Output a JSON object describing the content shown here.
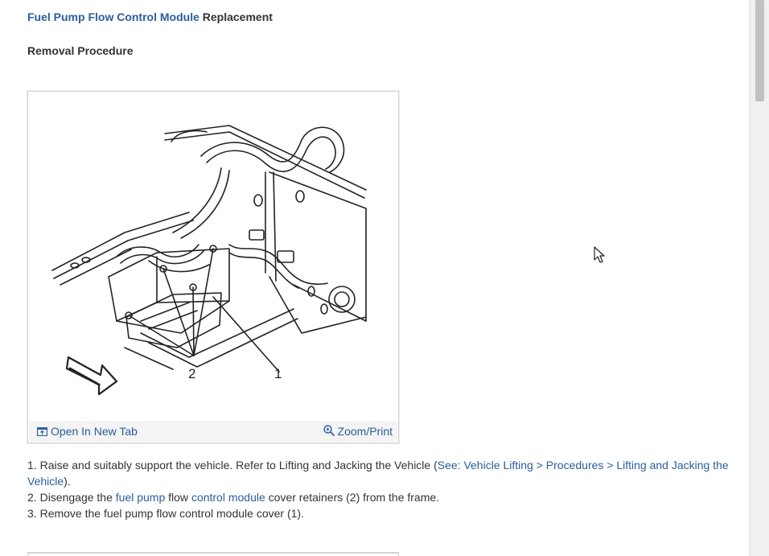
{
  "document": {
    "title_link": "Fuel Pump Flow Control Module",
    "title_rest": " Replacement",
    "section": "Removal Procedure"
  },
  "figure": {
    "callouts": [
      "2",
      "1"
    ],
    "open_tab_label": "Open In New Tab",
    "zoom_print_label": "Zoom/Print",
    "open_tab_icon": "open-tab-icon",
    "zoom_icon": "zoom-in-icon"
  },
  "steps": [
    {
      "num": "1.",
      "pre": " Raise and suitably support the vehicle. Refer to Lifting and Jacking the Vehicle (",
      "link": "See: Vehicle Lifting > Procedures > Lifting and Jacking the Vehicle",
      "post": ")."
    },
    {
      "num": "2.",
      "pre": " Disengage the ",
      "link1": "fuel pump",
      "mid1": " flow ",
      "link2": "control module",
      "post": " cover retainers (2) from the frame."
    },
    {
      "num": "3.",
      "text": " Remove the fuel pump flow control module cover (1)."
    }
  ],
  "colors": {
    "link": "#2a5d9f",
    "text": "#333333",
    "figure_bar": "#f4f4f4",
    "scroll_thumb": "#c1c1c1"
  }
}
